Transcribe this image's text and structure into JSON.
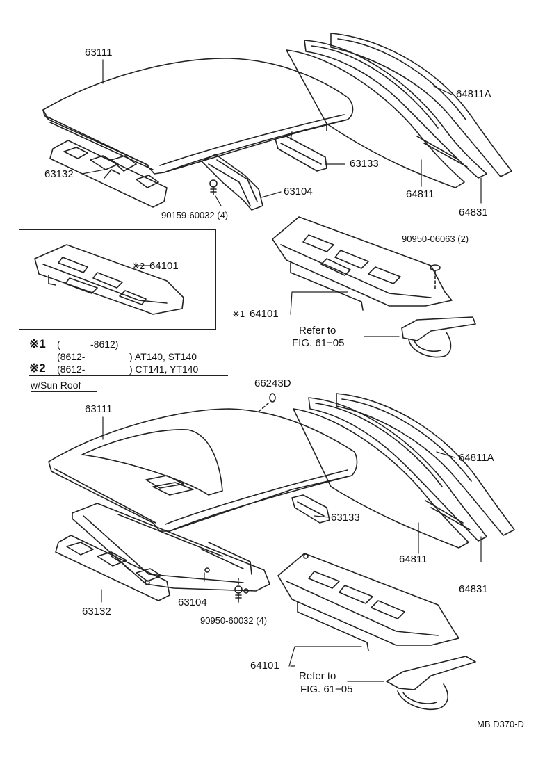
{
  "figure_code": "MB D370-D",
  "conditions": {
    "mark1": "※1",
    "mark2": "※2",
    "line1": "(        -8612)",
    "line2": "(8612-          ) AT140, ST140",
    "line3": "(8612-          ) CT141, YT140",
    "line3_models": ") CT141, YT140",
    "line2_models": ") AT140, ST140",
    "open1": "(",
    "close1": "-8612)",
    "open2": "(8612-",
    "open3": "(8612-"
  },
  "sun_roof_heading": "w/Sun Roof",
  "top_section": {
    "labels": {
      "roof_panel": "63111",
      "back_window_glass_a": "64811A",
      "front_header": "63132",
      "roof_bow": "63133",
      "bow_assy": "63104",
      "back_window_glass": "64811",
      "screw": "90159-60032 (4)",
      "weatherstrip": "64831",
      "clip": "90950-06063 (2)",
      "inset_panel": "64101",
      "inset_mark": "※2",
      "rear_panel": "64101",
      "rear_mark": "※1",
      "refer_to": "Refer to",
      "refer_fig": "FIG. 61−05"
    }
  },
  "bottom_section": {
    "labels": {
      "drain_hose": "66243D",
      "roof_panel": "63111",
      "back_window_glass_a": "64811A",
      "roof_bow": "63133",
      "back_window_glass": "64811",
      "weatherstrip": "64831",
      "bow_assy": "63104",
      "front_header": "63132",
      "screw": "90950-60032 (4)",
      "rear_panel": "64101",
      "refer_to": "Refer to",
      "refer_fig": "FIG. 61−05"
    }
  },
  "icons": [
    "roof-panel-drawing",
    "back-glass-drawing",
    "bracket-drawing",
    "screw-icon"
  ]
}
